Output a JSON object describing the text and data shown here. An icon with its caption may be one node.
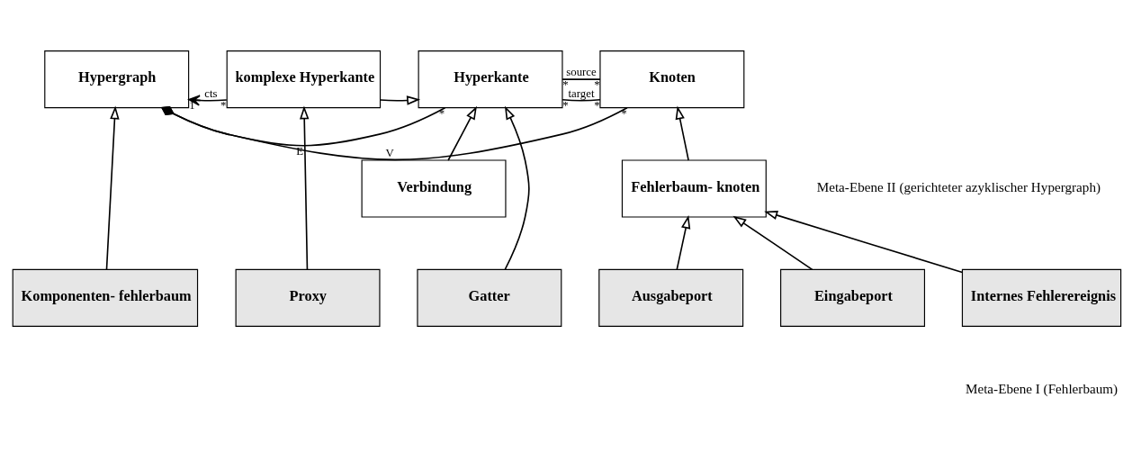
{
  "diagram": {
    "nodes": [
      {
        "text": [
          "Hypergraph"
        ]
      },
      {
        "text": [
          "komplexe Hyperkante"
        ]
      },
      {
        "text": [
          "Hyperkante"
        ]
      },
      {
        "text": [
          "Knoten"
        ]
      },
      {
        "text": [
          "Verbindung"
        ]
      },
      {
        "text": [
          "Fehlerbaum- knoten"
        ]
      },
      {
        "text": [
          "Komponenten- fehlerbaum"
        ]
      },
      {
        "text": [
          "Proxy"
        ]
      },
      {
        "text": [
          "Gatter"
        ]
      },
      {
        "text": [
          "Ausgabeport"
        ]
      },
      {
        "text": [
          "Eingabeport"
        ]
      },
      {
        "text": [
          "Internes Fehlerereignis"
        ]
      }
    ],
    "edges": [
      {
        "from": 0,
        "to": 3,
        "arrow": "other",
        "label": "V"
      },
      {
        "from": 0,
        "to": 2,
        "arrow": "other",
        "label": "E"
      },
      {
        "from": 1,
        "to": 0,
        "arrow": "to",
        "label": "cts"
      },
      {
        "from": 1,
        "to": 2,
        "arrow": "to"
      },
      {
        "from": 2,
        "to": 3,
        "arrow": "none",
        "label": "source"
      },
      {
        "from": 2,
        "to": 3,
        "arrow": "none",
        "label": "target"
      },
      {
        "from": 6,
        "to": 0,
        "arrow": "to"
      },
      {
        "from": 7,
        "to": 1,
        "arrow": "to"
      },
      {
        "from": 8,
        "to": 2,
        "arrow": "to"
      },
      {
        "from": 4,
        "to": 2,
        "arrow": "to"
      },
      {
        "from": 5,
        "to": 3,
        "arrow": "to"
      },
      {
        "from": 9,
        "to": 5,
        "arrow": "to"
      },
      {
        "from": 10,
        "to": 5,
        "arrow": "to"
      },
      {
        "from": 11,
        "to": 5,
        "arrow": "to"
      }
    ],
    "labels": [
      "*",
      "*",
      "*",
      "*",
      "*",
      "*",
      "1",
      "*",
      "Meta-Ebene II (gerichteter azyklischer Hypergraph)",
      "Meta-Ebene I (Fehlerbaum)"
    ]
  }
}
